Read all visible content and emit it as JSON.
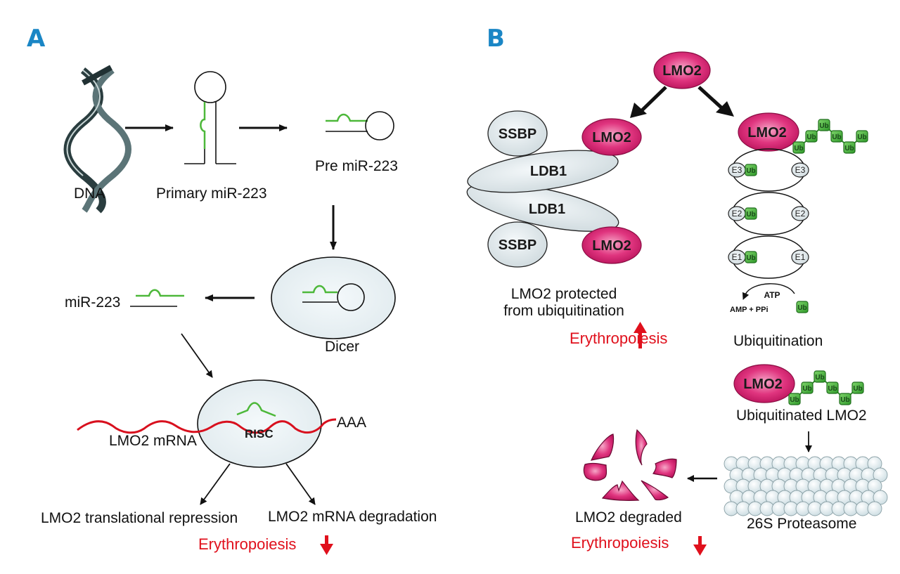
{
  "figure": {
    "panels": [
      {
        "id": "A",
        "label": "A",
        "nodes": {
          "dna": "DNA",
          "primary": "Primary miR-223",
          "pre": "Pre miR-223",
          "dicer": "Dicer",
          "mir": "miR-223",
          "risc": "RISC",
          "mrna": "LMO2 mRNA",
          "polya": "AAA",
          "repression": "LMO2 translational repression",
          "degradation": "LMO2 mRNA degradation",
          "outcome": "Erythropoiesis",
          "outcome_direction": "down"
        }
      },
      {
        "id": "B",
        "label": "B",
        "nodes": {
          "lmo2_top": "LMO2",
          "ssbp": "SSBP",
          "ldb1": "LDB1",
          "lmo2": "LMO2",
          "protected": "LMO2 protected",
          "protected2": "from ubiquitination",
          "outcome_up": "Erythropoiesis",
          "outcome_up_direction": "up",
          "e3": "E3",
          "e2": "E2",
          "e1": "E1",
          "ub": "Ub",
          "atp": "ATP",
          "amp": "AMP + PPi",
          "ubiquitination": "Ubiquitination",
          "ubiquitinated": "Ubiquitinated LMO2",
          "proteasome": "26S Proteasome",
          "degraded": "LMO2 degraded",
          "outcome_down": "Erythropoiesis",
          "outcome_down_direction": "down"
        }
      }
    ]
  },
  "colors": {
    "panel_label": "#1a86c5",
    "mirna_green": "#4db83a",
    "mrna_red": "#d8101e",
    "lmo2_pink": "#d81b6e",
    "outcome_red": "#e0101c",
    "ub_green": "#3aa835",
    "grey_protein": "#dde6ea"
  }
}
